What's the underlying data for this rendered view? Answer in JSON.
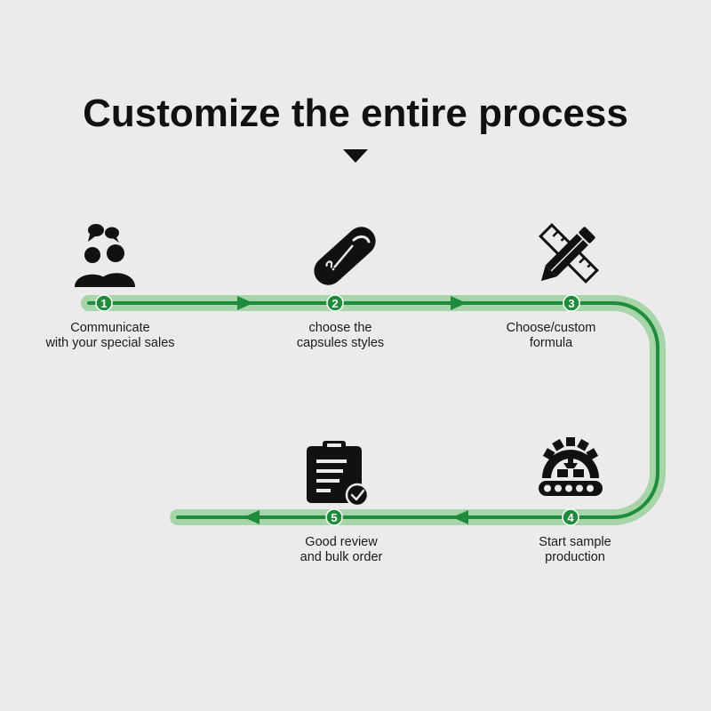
{
  "title": "Customize the entire process",
  "colors": {
    "background": "#ebebeb",
    "track_outer": "#a7d4a9",
    "track_inner": "#1e8c3a",
    "badge": "#1e8c3a",
    "icon": "#111111",
    "text": "#1a1a1a"
  },
  "steps": [
    {
      "number": "1",
      "icon": "people-chat-icon",
      "label_line1": "Communicate",
      "label_line2": "with your special sales"
    },
    {
      "number": "2",
      "icon": "capsule-icon",
      "label_line1": "choose the",
      "label_line2": "capsules styles"
    },
    {
      "number": "3",
      "icon": "pencil-ruler-icon",
      "label_line1": "Choose/custom",
      "label_line2": "formula"
    },
    {
      "number": "4",
      "icon": "factory-gear-icon",
      "label_line1": "Start sample",
      "label_line2": "production"
    },
    {
      "number": "5",
      "icon": "clipboard-check-icon",
      "label_line1": "Good review",
      "label_line2": "and bulk order"
    }
  ]
}
